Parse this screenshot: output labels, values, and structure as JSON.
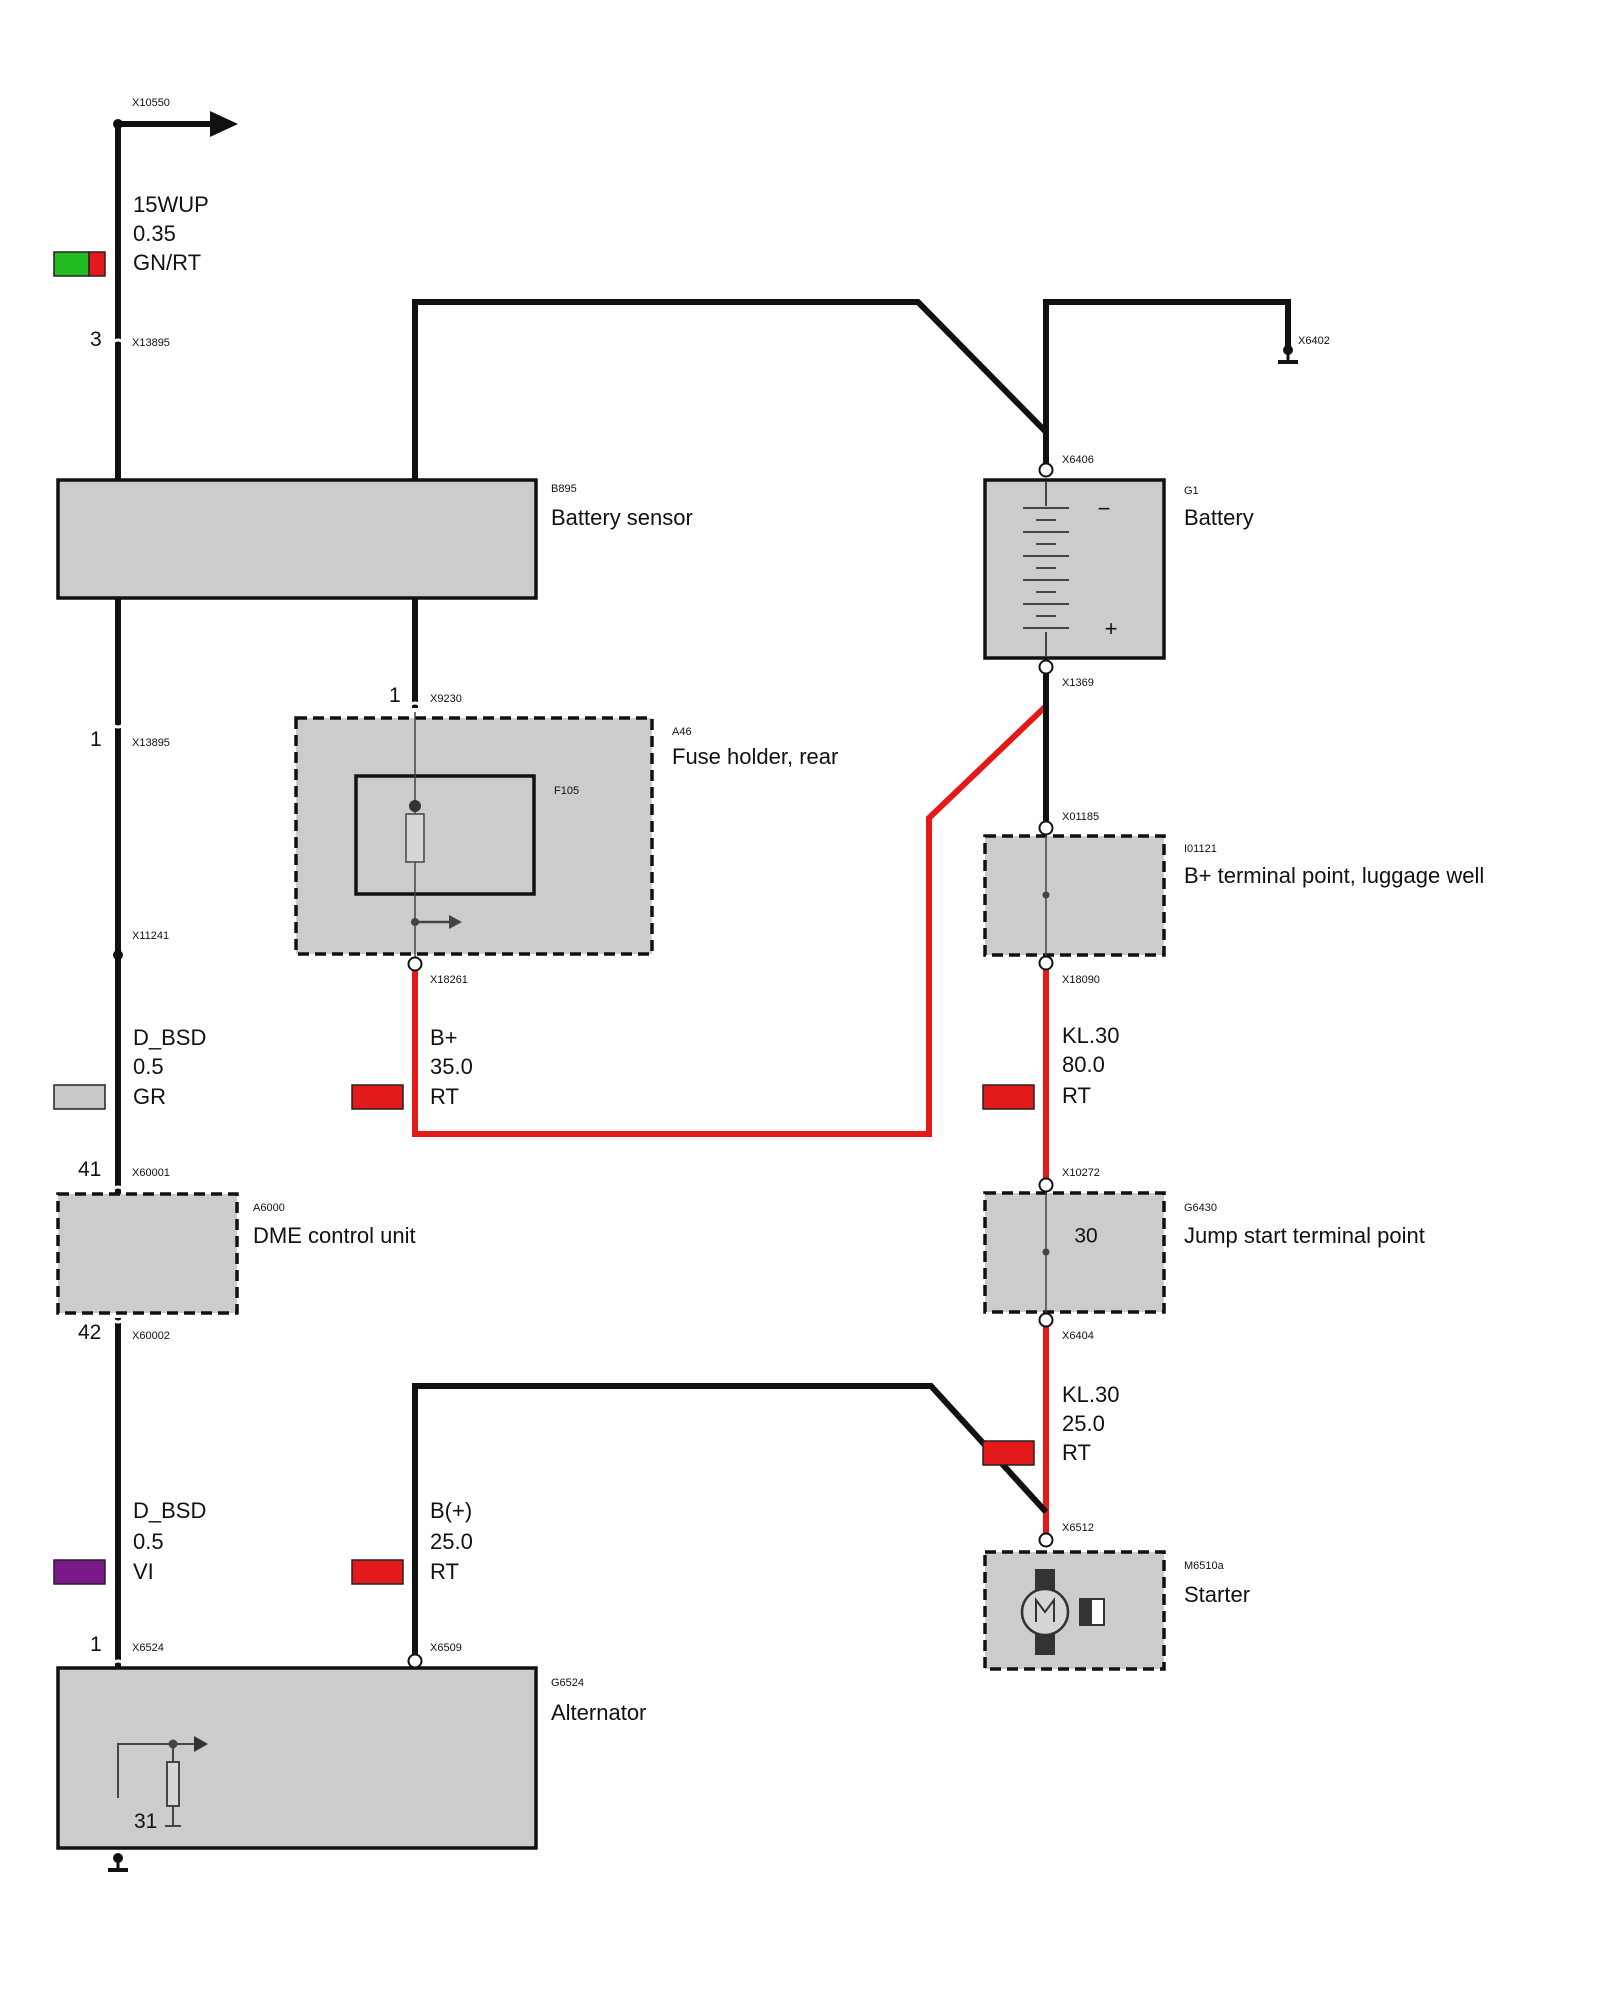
{
  "connectors": {
    "x10550": "X10550",
    "x13895_top": "X13895",
    "x6402": "X6402",
    "x6406": "X6406",
    "x9230": "X9230",
    "x13895_mid": "X13895",
    "x1369": "X1369",
    "x01185": "X01185",
    "x11241": "X11241",
    "x18261": "X18261",
    "x18090": "X18090",
    "x60001": "X60001",
    "x10272": "X10272",
    "x60002": "X60002",
    "x6404": "X6404",
    "x6512": "X6512",
    "x6524": "X6524",
    "x6509": "X6509"
  },
  "pins": {
    "x13895_top": "3",
    "x9230": "1",
    "x13895_mid": "1",
    "x60001": "41",
    "x60002": "42",
    "x6524": "1",
    "alternator_ground": "31",
    "jump_start": "30"
  },
  "components": {
    "battery_sensor": {
      "code": "B895",
      "name": "Battery sensor"
    },
    "battery": {
      "code": "G1",
      "name": "Battery",
      "minus": "−",
      "plus": "+"
    },
    "fuse_holder": {
      "code": "A46",
      "name": "Fuse holder, rear",
      "fuse_code": "F105"
    },
    "b_plus_terminal": {
      "code": "I01121",
      "name": "B+ terminal point, luggage well"
    },
    "dme": {
      "code": "A6000",
      "name": "DME control unit"
    },
    "jump_start": {
      "code": "G6430",
      "name": "Jump start terminal point"
    },
    "starter": {
      "code": "M6510a",
      "name": "Starter"
    },
    "alternator": {
      "code": "G6524",
      "name": "Alternator"
    }
  },
  "wires": {
    "w15wup": {
      "signal": "15WUP",
      "size": "0.35",
      "color": "GN/RT",
      "swatch": [
        "#22bb22",
        "#e41a1a"
      ]
    },
    "dbsd1": {
      "signal": "D_BSD",
      "size": "0.5",
      "color": "GR",
      "swatch": [
        "#c8c8c8"
      ]
    },
    "bplus_fuse": {
      "signal": "B+",
      "size": "35.0",
      "color": "RT",
      "swatch": [
        "#e41a1a"
      ]
    },
    "kl30_80": {
      "signal": "KL.30",
      "size": "80.0",
      "color": "RT",
      "swatch": [
        "#e41a1a"
      ]
    },
    "kl30_25": {
      "signal": "KL.30",
      "size": "25.0",
      "color": "RT",
      "swatch": [
        "#e41a1a"
      ]
    },
    "dbsd2": {
      "signal": "D_BSD",
      "size": "0.5",
      "color": "VI",
      "swatch": [
        "#7a1a8a"
      ]
    },
    "bplus_alt": {
      "signal": "B(+)",
      "size": "25.0",
      "color": "RT",
      "swatch": [
        "#e41a1a"
      ]
    }
  }
}
